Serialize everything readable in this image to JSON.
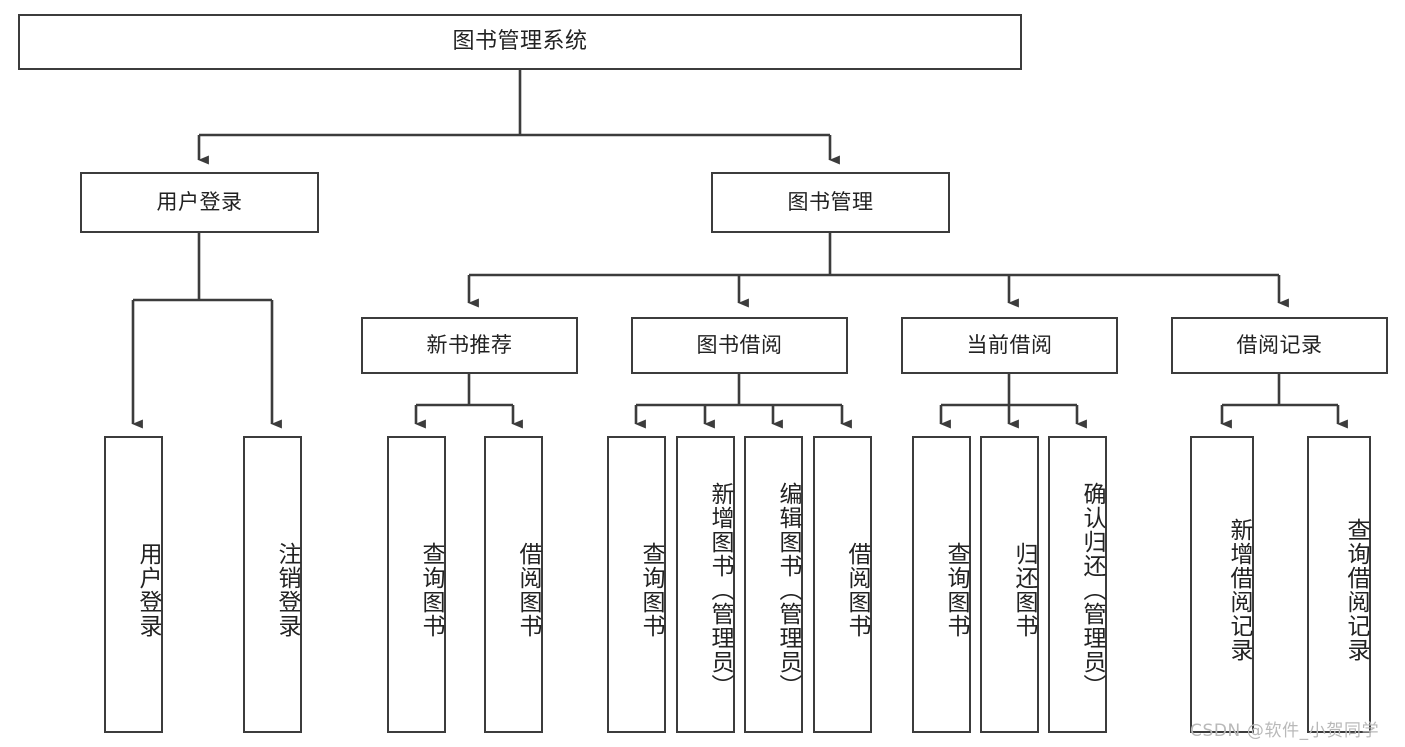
{
  "diagram": {
    "title": "图书管理系统",
    "type": "tree-hierarchy",
    "orientation": "top-down",
    "colors": {
      "node_border": "#3c3c3c",
      "node_fill": "#ffffff",
      "edge": "#3c3c3c",
      "text": "#222222",
      "watermark": "#b9b9b9",
      "background": "#ffffff"
    },
    "levels": {
      "root": "图书管理系统",
      "level1": [
        "用户登录",
        "图书管理"
      ],
      "level2": [
        "新书推荐",
        "图书借阅",
        "当前借阅",
        "借阅记录"
      ]
    }
  },
  "nodes": {
    "root": {
      "label": "图书管理系统"
    },
    "user_login": {
      "label": "用户登录"
    },
    "book_manage": {
      "label": "图书管理"
    },
    "new_book_rec": {
      "label": "新书推荐"
    },
    "book_borrow": {
      "label": "图书借阅"
    },
    "current_borrow": {
      "label": "当前借阅"
    },
    "borrow_record": {
      "label": "借阅记录"
    },
    "leaves": {
      "user_login_do": {
        "label": "用户登录"
      },
      "user_logout": {
        "label": "注销登录"
      },
      "rec_query_book": {
        "label": "查询图书"
      },
      "rec_borrow_book": {
        "label": "借阅图书"
      },
      "borrow_query_book": {
        "label": "查询图书"
      },
      "borrow_add_book": {
        "label": "新增图书（管理员）"
      },
      "borrow_edit_book": {
        "label": "编辑图书（管理员）"
      },
      "borrow_borrow_book": {
        "label": "借阅图书"
      },
      "cur_query_book": {
        "label": "查询图书"
      },
      "cur_return_book": {
        "label": "归还图书"
      },
      "cur_confirm_return": {
        "label": "确认归还（管理员）"
      },
      "rec_add_record": {
        "label": "新增借阅记录"
      },
      "rec_query_record": {
        "label": "查询借阅记录"
      }
    }
  },
  "watermark": {
    "text": "CSDN @软件_小贺同学"
  }
}
